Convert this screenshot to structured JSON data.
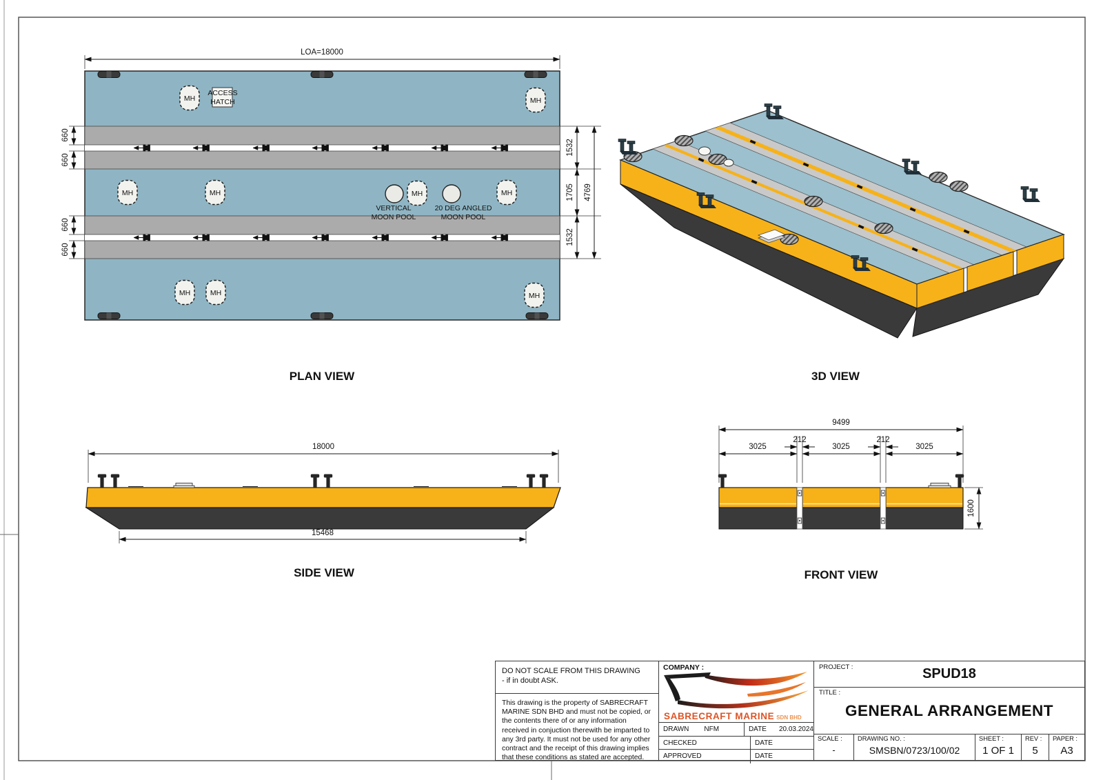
{
  "drawing": {
    "views": {
      "plan": {
        "title": "PLAN VIEW",
        "loa_dim": "LOA=18000",
        "strip_width_dim": "660",
        "right_dims": [
          "1532",
          "1705",
          "1532"
        ],
        "overall_width_dim": "4769",
        "manhole_label": "MH",
        "access_hatch_line1": "ACCESS",
        "access_hatch_line2": "HATCH",
        "vertical_moon_pool_line1": "VERTICAL",
        "vertical_moon_pool_line2": "MOON POOL",
        "angled_moon_pool_line1": "20 DEG ANGLED",
        "angled_moon_pool_line2": "MOON POOL"
      },
      "three_d": {
        "title": "3D VIEW"
      },
      "side": {
        "title": "SIDE VIEW",
        "length_dim": "18000",
        "bottom_dim": "15468"
      },
      "front": {
        "title": "FRONT VIEW",
        "overall_dim": "9499",
        "section_dims": [
          "3025",
          "3025",
          "3025"
        ],
        "gap_dims": [
          "212",
          "212"
        ],
        "height_dim": "1600"
      }
    },
    "title_block": {
      "note1_line1": "DO NOT SCALE FROM THIS DRAWING",
      "note1_line2": " - if in doubt ASK.",
      "note2": "This drawing is the property of SABRECRAFT MARINE SDN BHD and must not be copied, or the contents there of or any information received in conjuction therewith be imparted to any 3rd party. It must not be used for any other contract and the receipt of this drawing implies that these conditions as stated are accepted.",
      "company_label": "COMPANY :",
      "company_name": "SABRECRAFT MARINE",
      "company_suffix": "SDN BHD",
      "drawn_label": "DRAWN",
      "drawn_value": "NFM",
      "drawn_date_label": "DATE",
      "drawn_date_value": "20.03.2024",
      "checked_label": "CHECKED",
      "checked_date_label": "DATE",
      "approved_label": "APPROVED",
      "approved_date_label": "DATE",
      "project_label": "PROJECT :",
      "project_value": "SPUD18",
      "title_label": "TITLE :",
      "title_value": "GENERAL ARRANGEMENT",
      "scale_label": "SCALE :",
      "scale_value": "-",
      "drawing_no_label": "DRAWING NO. :",
      "drawing_no_value": "SMSBN/0723/100/02",
      "sheet_label": "SHEET :",
      "sheet_value": "1 OF 1",
      "rev_label": "REV :",
      "rev_value": "5",
      "paper_label": "PAPER :",
      "paper_value": "A3"
    },
    "colors": {
      "deck_blue": "#8FB5C4",
      "deck_blue_3d": "#9CC0CD",
      "walkway_gray": "#ABABAB",
      "hull_dark": "#3A3A3A",
      "barge_yellow": "#F7B219",
      "logo_orange": "#DD5426",
      "line_black": "#1A1A1A"
    }
  }
}
